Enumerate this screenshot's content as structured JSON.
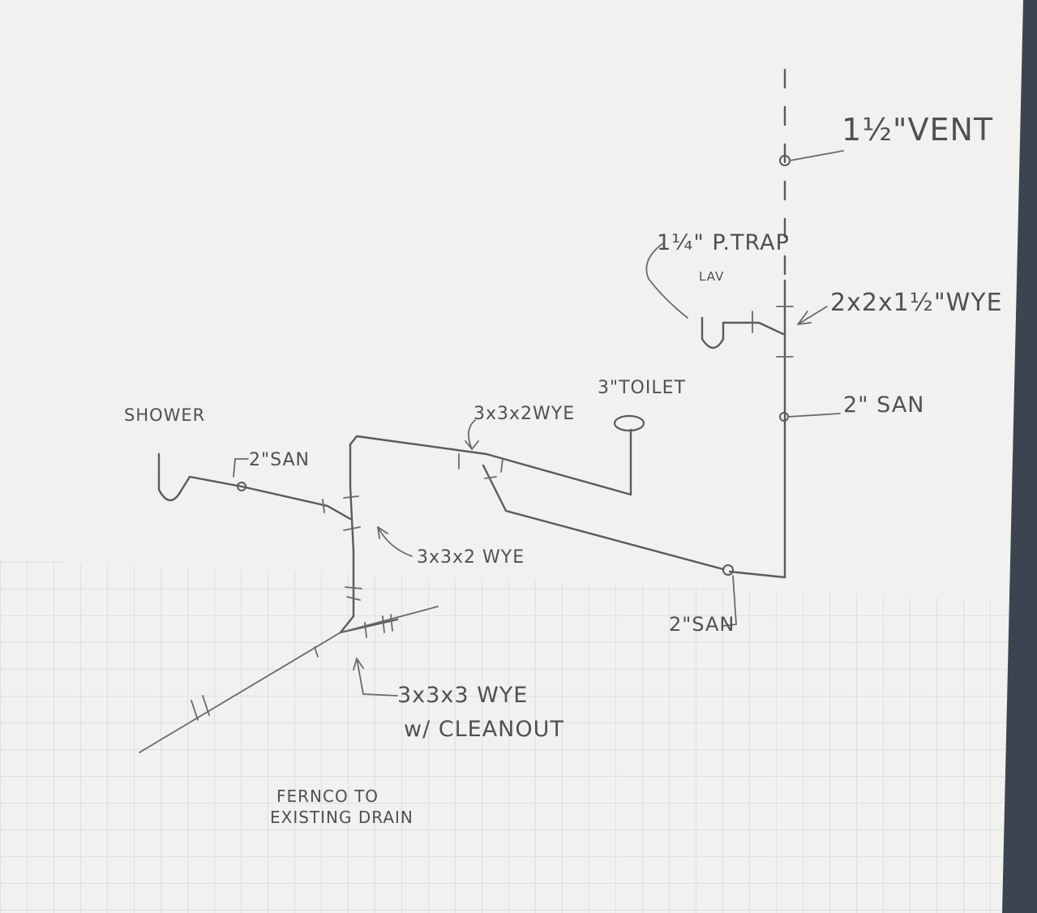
{
  "labels": {
    "vent": "1½\"VENT",
    "ptrap": "1¼\" P.TRAP",
    "lav": "LAV",
    "wye_2x2": "2x2x1½\"WYE",
    "toilet": "3\"TOILET",
    "san_right": "2\" SAN",
    "wye_top": "3x3x2WYE",
    "shower": "SHOWER",
    "san_shower": "2\"SAN",
    "wye_mid": "3x3x2 WYE",
    "san_bottom": "2\"SAN",
    "wye_cleanout_1": "3x3x3 WYE",
    "wye_cleanout_2": "w/ CLEANOUT",
    "fernco_1": "FERNCO TO",
    "fernco_2": "EXISTING DRAIN"
  },
  "colors": {
    "paper": "#f1f1ef",
    "grid": "#c9ced8",
    "pencil": "#5b5b5b",
    "background": "#3b4450"
  }
}
